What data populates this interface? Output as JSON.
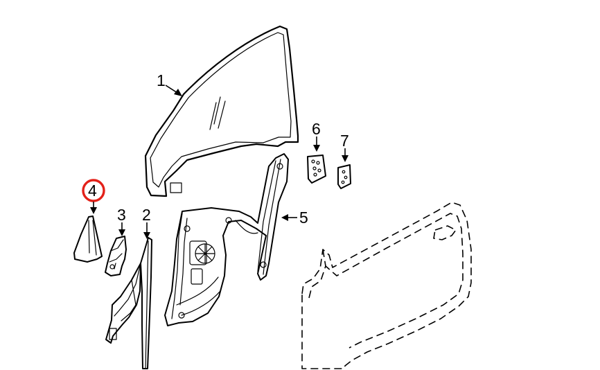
{
  "diagram": {
    "callouts": {
      "part1": "1",
      "part2": "2",
      "part3": "3",
      "part4": "4",
      "part5": "5",
      "part6": "6",
      "part7": "7"
    },
    "highlighted_part": "4",
    "highlight_color": "#e32119",
    "line_color": "#000000",
    "background": "#ffffff"
  }
}
